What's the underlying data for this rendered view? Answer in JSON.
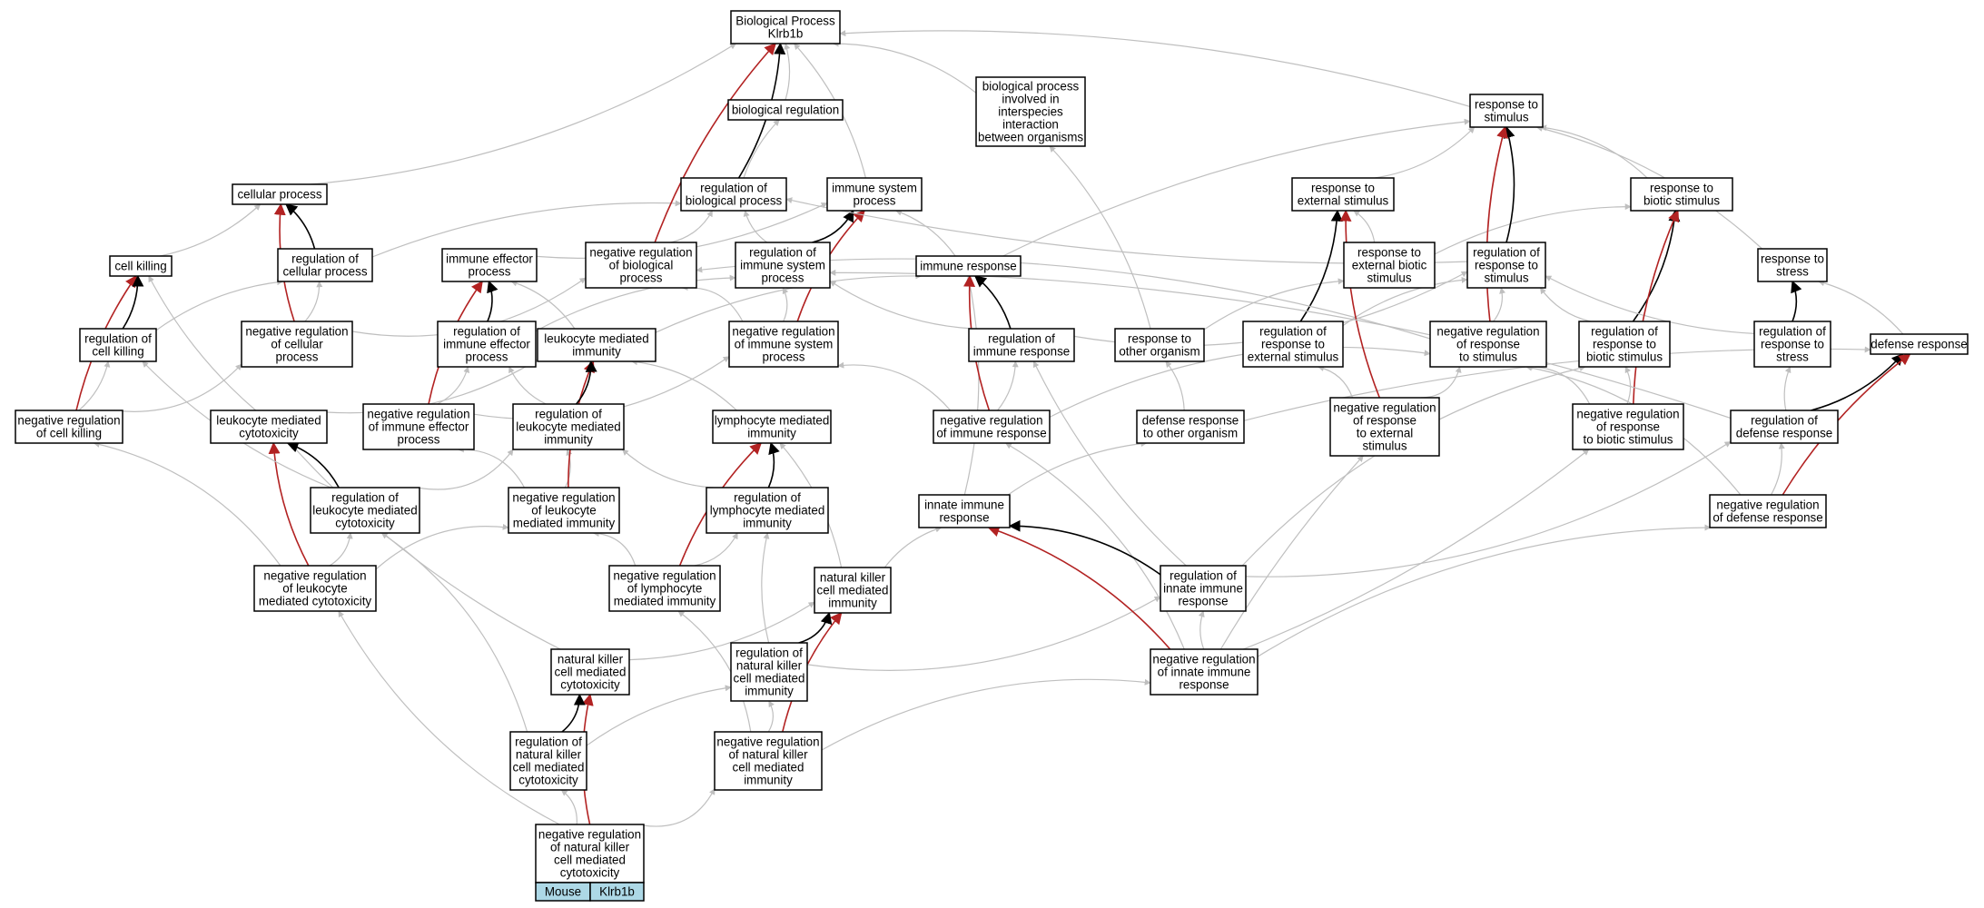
{
  "colors": {
    "is_a": "#bfbfbf",
    "part_of": "#000000",
    "negatively_regulates": "#b22222",
    "legend_fill": "#add8e6",
    "node_fill": "#ffffff"
  },
  "legend": {
    "organism": "Mouse",
    "gene": "Klrb1b"
  },
  "nodes": [
    {
      "id": "bp",
      "lines": [
        "Biological Process",
        "Klrb1b"
      ]
    },
    {
      "id": "biolreg",
      "lines": [
        "biological regulation"
      ]
    },
    {
      "id": "interspecies",
      "lines": [
        "biological process",
        "involved in",
        "interspecies",
        "interaction",
        "between organisms"
      ]
    },
    {
      "id": "stimulus",
      "lines": [
        "response to",
        "stimulus"
      ]
    },
    {
      "id": "cellproc",
      "lines": [
        "cellular process"
      ]
    },
    {
      "id": "regbio",
      "lines": [
        "regulation of",
        "biological process"
      ]
    },
    {
      "id": "immsys",
      "lines": [
        "immune system",
        "process"
      ]
    },
    {
      "id": "extstim",
      "lines": [
        "response to",
        "external stimulus"
      ]
    },
    {
      "id": "biotic",
      "lines": [
        "response to",
        "biotic stimulus"
      ]
    },
    {
      "id": "cellkill",
      "lines": [
        "cell killing"
      ]
    },
    {
      "id": "regcell",
      "lines": [
        "regulation of",
        "cellular process"
      ]
    },
    {
      "id": "immeff",
      "lines": [
        "immune effector",
        "process"
      ]
    },
    {
      "id": "negbio",
      "lines": [
        "negative regulation",
        "of biological",
        "process"
      ]
    },
    {
      "id": "regimmsys",
      "lines": [
        "regulation of",
        "immune system",
        "process"
      ]
    },
    {
      "id": "immresp",
      "lines": [
        "immune response"
      ]
    },
    {
      "id": "extbiotic",
      "lines": [
        "response to",
        "external biotic",
        "stimulus"
      ]
    },
    {
      "id": "regstim",
      "lines": [
        "regulation of",
        "response to",
        "stimulus"
      ]
    },
    {
      "id": "stress",
      "lines": [
        "response to",
        "stress"
      ]
    },
    {
      "id": "regkill",
      "lines": [
        "regulation of",
        "cell killing"
      ]
    },
    {
      "id": "negcell",
      "lines": [
        "negative regulation",
        "of cellular",
        "process"
      ]
    },
    {
      "id": "regimmeff",
      "lines": [
        "regulation of",
        "immune effector",
        "process"
      ]
    },
    {
      "id": "leukimm",
      "lines": [
        "leukocyte mediated",
        "immunity"
      ]
    },
    {
      "id": "negimmsys",
      "lines": [
        "negative regulation",
        "of immune system",
        "process"
      ]
    },
    {
      "id": "regimmresp",
      "lines": [
        "regulation of",
        "immune response"
      ]
    },
    {
      "id": "otherorg",
      "lines": [
        "response to",
        "other organism"
      ]
    },
    {
      "id": "regext",
      "lines": [
        "regulation of",
        "response to",
        "external stimulus"
      ]
    },
    {
      "id": "negstim",
      "lines": [
        "negative regulation",
        "of response",
        "to stimulus"
      ]
    },
    {
      "id": "regbiotic",
      "lines": [
        "regulation of",
        "response to",
        "biotic stimulus"
      ]
    },
    {
      "id": "regstress",
      "lines": [
        "regulation of",
        "response to",
        "stress"
      ]
    },
    {
      "id": "defresp",
      "lines": [
        "defense response"
      ]
    },
    {
      "id": "negkill",
      "lines": [
        "negative regulation",
        "of cell killing"
      ]
    },
    {
      "id": "leukcyto",
      "lines": [
        "leukocyte mediated",
        "cytotoxicity"
      ]
    },
    {
      "id": "negimmeff",
      "lines": [
        "negative regulation",
        "of immune effector",
        "process"
      ]
    },
    {
      "id": "regleukimm",
      "lines": [
        "regulation of",
        "leukocyte mediated",
        "immunity"
      ]
    },
    {
      "id": "lymphimm",
      "lines": [
        "lymphocyte mediated",
        "immunity"
      ]
    },
    {
      "id": "negimmresp",
      "lines": [
        "negative regulation",
        "of immune response"
      ]
    },
    {
      "id": "deforg",
      "lines": [
        "defense response",
        "to other organism"
      ]
    },
    {
      "id": "negext",
      "lines": [
        "negative regulation",
        "of response",
        "to external",
        "stimulus"
      ]
    },
    {
      "id": "negbiotic",
      "lines": [
        "negative regulation",
        "of response",
        "to biotic stimulus"
      ]
    },
    {
      "id": "regdef",
      "lines": [
        "regulation of",
        "defense response"
      ]
    },
    {
      "id": "regleukcyto",
      "lines": [
        "regulation of",
        "leukocyte mediated",
        "cytotoxicity"
      ]
    },
    {
      "id": "negleukimm",
      "lines": [
        "negative regulation",
        "of leukocyte",
        "mediated immunity"
      ]
    },
    {
      "id": "reglymph",
      "lines": [
        "regulation of",
        "lymphocyte mediated",
        "immunity"
      ]
    },
    {
      "id": "innate",
      "lines": [
        "innate immune",
        "response"
      ]
    },
    {
      "id": "negdef",
      "lines": [
        "negative regulation",
        "of defense response"
      ]
    },
    {
      "id": "negleukcyto",
      "lines": [
        "negative regulation",
        "of leukocyte",
        "mediated cytotoxicity"
      ]
    },
    {
      "id": "neglymph",
      "lines": [
        "negative regulation",
        "of lymphocyte",
        "mediated immunity"
      ]
    },
    {
      "id": "nkimm",
      "lines": [
        "natural killer",
        "cell mediated",
        "immunity"
      ]
    },
    {
      "id": "reginnate",
      "lines": [
        "regulation of",
        "innate immune",
        "response"
      ]
    },
    {
      "id": "nkcyto",
      "lines": [
        "natural killer",
        "cell mediated",
        "cytotoxicity"
      ]
    },
    {
      "id": "regnkimm",
      "lines": [
        "regulation of",
        "natural killer",
        "cell mediated",
        "immunity"
      ]
    },
    {
      "id": "neginnate",
      "lines": [
        "negative regulation",
        "of innate immune",
        "response"
      ]
    },
    {
      "id": "regnkcyto",
      "lines": [
        "regulation of",
        "natural killer",
        "cell mediated",
        "cytotoxicity"
      ]
    },
    {
      "id": "negnkimm",
      "lines": [
        "negative regulation",
        "of natural killer",
        "cell mediated",
        "immunity"
      ]
    },
    {
      "id": "root",
      "lines": [
        "negative regulation",
        "of natural killer",
        "cell mediated",
        "cytotoxicity"
      ]
    }
  ],
  "edges": [
    {
      "from": "root",
      "to": "regnkcyto",
      "type": "is_a"
    },
    {
      "from": "root",
      "to": "nkcyto",
      "type": "negatively_regulates"
    },
    {
      "from": "root",
      "to": "negnkimm",
      "type": "is_a"
    },
    {
      "from": "root",
      "to": "negleukcyto",
      "type": "is_a"
    },
    {
      "from": "regnkcyto",
      "to": "nkcyto",
      "type": "part_of"
    },
    {
      "from": "regnkcyto",
      "to": "regnkimm",
      "type": "is_a"
    },
    {
      "from": "regnkcyto",
      "to": "regleukcyto",
      "type": "is_a"
    },
    {
      "from": "negnkimm",
      "to": "regnkimm",
      "type": "is_a"
    },
    {
      "from": "negnkimm",
      "to": "nkimm",
      "type": "negatively_regulates"
    },
    {
      "from": "negnkimm",
      "to": "neglymph",
      "type": "is_a"
    },
    {
      "from": "negnkimm",
      "to": "neginnate",
      "type": "is_a"
    },
    {
      "from": "nkcyto",
      "to": "nkimm",
      "type": "is_a"
    },
    {
      "from": "nkcyto",
      "to": "leukcyto",
      "type": "is_a"
    },
    {
      "from": "regnkimm",
      "to": "nkimm",
      "type": "part_of"
    },
    {
      "from": "regnkimm",
      "to": "reglymph",
      "type": "is_a"
    },
    {
      "from": "regnkimm",
      "to": "reginnate",
      "type": "is_a"
    },
    {
      "from": "nkimm",
      "to": "lymphimm",
      "type": "is_a"
    },
    {
      "from": "nkimm",
      "to": "innate",
      "type": "is_a"
    },
    {
      "from": "neginnate",
      "to": "innate",
      "type": "negatively_regulates"
    },
    {
      "from": "neginnate",
      "to": "reginnate",
      "type": "is_a"
    },
    {
      "from": "neginnate",
      "to": "negimmresp",
      "type": "is_a"
    },
    {
      "from": "neginnate",
      "to": "negdef",
      "type": "is_a"
    },
    {
      "from": "neginnate",
      "to": "negbiotic",
      "type": "is_a"
    },
    {
      "from": "neginnate",
      "to": "negext",
      "type": "is_a"
    },
    {
      "from": "reginnate",
      "to": "innate",
      "type": "part_of"
    },
    {
      "from": "reginnate",
      "to": "regimmresp",
      "type": "is_a"
    },
    {
      "from": "reginnate",
      "to": "regdef",
      "type": "is_a"
    },
    {
      "from": "reginnate",
      "to": "regbiotic",
      "type": "is_a"
    },
    {
      "from": "innate",
      "to": "immresp",
      "type": "is_a"
    },
    {
      "from": "innate",
      "to": "deforg",
      "type": "is_a"
    },
    {
      "from": "negleukcyto",
      "to": "regleukcyto",
      "type": "is_a"
    },
    {
      "from": "negleukcyto",
      "to": "leukcyto",
      "type": "negatively_regulates"
    },
    {
      "from": "negleukcyto",
      "to": "negkill",
      "type": "is_a"
    },
    {
      "from": "negleukcyto",
      "to": "negleukimm",
      "type": "is_a"
    },
    {
      "from": "neglymph",
      "to": "reglymph",
      "type": "is_a"
    },
    {
      "from": "neglymph",
      "to": "lymphimm",
      "type": "negatively_regulates"
    },
    {
      "from": "neglymph",
      "to": "negleukimm",
      "type": "is_a"
    },
    {
      "from": "regleukcyto",
      "to": "leukcyto",
      "type": "part_of"
    },
    {
      "from": "regleukcyto",
      "to": "regkill",
      "type": "is_a"
    },
    {
      "from": "regleukcyto",
      "to": "regleukimm",
      "type": "is_a"
    },
    {
      "from": "negleukimm",
      "to": "regleukimm",
      "type": "is_a"
    },
    {
      "from": "negleukimm",
      "to": "leukimm",
      "type": "negatively_regulates"
    },
    {
      "from": "negleukimm",
      "to": "negimmeff",
      "type": "is_a"
    },
    {
      "from": "reglymph",
      "to": "lymphimm",
      "type": "part_of"
    },
    {
      "from": "reglymph",
      "to": "regleukimm",
      "type": "is_a"
    },
    {
      "from": "lymphimm",
      "to": "leukimm",
      "type": "is_a"
    },
    {
      "from": "leukcyto",
      "to": "leukimm",
      "type": "is_a"
    },
    {
      "from": "leukcyto",
      "to": "cellkill",
      "type": "is_a"
    },
    {
      "from": "negkill",
      "to": "regkill",
      "type": "is_a"
    },
    {
      "from": "negkill",
      "to": "cellkill",
      "type": "negatively_regulates"
    },
    {
      "from": "negkill",
      "to": "negcell",
      "type": "is_a"
    },
    {
      "from": "regkill",
      "to": "cellkill",
      "type": "part_of"
    },
    {
      "from": "regkill",
      "to": "regcell",
      "type": "is_a"
    },
    {
      "from": "regleukimm",
      "to": "leukimm",
      "type": "part_of"
    },
    {
      "from": "regleukimm",
      "to": "regimmeff",
      "type": "is_a"
    },
    {
      "from": "negimmeff",
      "to": "regimmeff",
      "type": "is_a"
    },
    {
      "from": "negimmeff",
      "to": "immeff",
      "type": "negatively_regulates"
    },
    {
      "from": "negimmeff",
      "to": "negimmsys",
      "type": "is_a"
    },
    {
      "from": "regimmeff",
      "to": "immeff",
      "type": "part_of"
    },
    {
      "from": "regimmeff",
      "to": "regimmsys",
      "type": "is_a"
    },
    {
      "from": "leukimm",
      "to": "immeff",
      "type": "is_a"
    },
    {
      "from": "leukimm",
      "to": "immresp",
      "type": "is_a"
    },
    {
      "from": "negimmresp",
      "to": "regimmresp",
      "type": "is_a"
    },
    {
      "from": "negimmresp",
      "to": "immresp",
      "type": "negatively_regulates"
    },
    {
      "from": "negimmresp",
      "to": "negimmsys",
      "type": "is_a"
    },
    {
      "from": "negimmresp",
      "to": "negstim",
      "type": "is_a"
    },
    {
      "from": "regimmresp",
      "to": "immresp",
      "type": "part_of"
    },
    {
      "from": "regimmresp",
      "to": "regimmsys",
      "type": "is_a"
    },
    {
      "from": "regimmresp",
      "to": "regstim",
      "type": "is_a"
    },
    {
      "from": "immresp",
      "to": "immsys",
      "type": "is_a"
    },
    {
      "from": "immresp",
      "to": "stimulus",
      "type": "is_a"
    },
    {
      "from": "immeff",
      "to": "immsys",
      "type": "is_a"
    },
    {
      "from": "negimmsys",
      "to": "regimmsys",
      "type": "is_a"
    },
    {
      "from": "negimmsys",
      "to": "immsys",
      "type": "negatively_regulates"
    },
    {
      "from": "negimmsys",
      "to": "negbio",
      "type": "is_a"
    },
    {
      "from": "regimmsys",
      "to": "immsys",
      "type": "part_of"
    },
    {
      "from": "regimmsys",
      "to": "regbio",
      "type": "is_a"
    },
    {
      "from": "negcell",
      "to": "regcell",
      "type": "is_a"
    },
    {
      "from": "negcell",
      "to": "cellproc",
      "type": "negatively_regulates"
    },
    {
      "from": "negcell",
      "to": "negbio",
      "type": "is_a"
    },
    {
      "from": "regcell",
      "to": "cellproc",
      "type": "part_of"
    },
    {
      "from": "regcell",
      "to": "regbio",
      "type": "is_a"
    },
    {
      "from": "cellkill",
      "to": "cellproc",
      "type": "is_a"
    },
    {
      "from": "negbio",
      "to": "regbio",
      "type": "is_a"
    },
    {
      "from": "negbio",
      "to": "bp",
      "type": "negatively_regulates"
    },
    {
      "from": "regbio",
      "to": "bp",
      "type": "part_of"
    },
    {
      "from": "regbio",
      "to": "biolreg",
      "type": "is_a"
    },
    {
      "from": "biolreg",
      "to": "bp",
      "type": "is_a"
    },
    {
      "from": "immsys",
      "to": "bp",
      "type": "is_a"
    },
    {
      "from": "cellproc",
      "to": "bp",
      "type": "is_a"
    },
    {
      "from": "interspecies",
      "to": "bp",
      "type": "is_a"
    },
    {
      "from": "stimulus",
      "to": "bp",
      "type": "is_a"
    },
    {
      "from": "deforg",
      "to": "otherorg",
      "type": "is_a"
    },
    {
      "from": "deforg",
      "to": "defresp",
      "type": "is_a"
    },
    {
      "from": "otherorg",
      "to": "interspecies",
      "type": "is_a"
    },
    {
      "from": "otherorg",
      "to": "extbiotic",
      "type": "is_a"
    },
    {
      "from": "extbiotic",
      "to": "extstim",
      "type": "is_a"
    },
    {
      "from": "extbiotic",
      "to": "biotic",
      "type": "is_a"
    },
    {
      "from": "extstim",
      "to": "stimulus",
      "type": "is_a"
    },
    {
      "from": "biotic",
      "to": "stimulus",
      "type": "is_a"
    },
    {
      "from": "stress",
      "to": "stimulus",
      "type": "is_a"
    },
    {
      "from": "defresp",
      "to": "stress",
      "type": "is_a"
    },
    {
      "from": "regstim",
      "to": "stimulus",
      "type": "part_of"
    },
    {
      "from": "regstim",
      "to": "regbio",
      "type": "is_a"
    },
    {
      "from": "regext",
      "to": "extstim",
      "type": "part_of"
    },
    {
      "from": "regext",
      "to": "regstim",
      "type": "is_a"
    },
    {
      "from": "regbiotic",
      "to": "biotic",
      "type": "part_of"
    },
    {
      "from": "regbiotic",
      "to": "regstim",
      "type": "is_a"
    },
    {
      "from": "regstress",
      "to": "stress",
      "type": "part_of"
    },
    {
      "from": "regstress",
      "to": "regstim",
      "type": "is_a"
    },
    {
      "from": "negstim",
      "to": "regstim",
      "type": "is_a"
    },
    {
      "from": "negstim",
      "to": "stimulus",
      "type": "negatively_regulates"
    },
    {
      "from": "negstim",
      "to": "negbio",
      "type": "is_a"
    },
    {
      "from": "negext",
      "to": "regext",
      "type": "is_a"
    },
    {
      "from": "negext",
      "to": "extstim",
      "type": "negatively_regulates"
    },
    {
      "from": "negext",
      "to": "negstim",
      "type": "is_a"
    },
    {
      "from": "negbiotic",
      "to": "regbiotic",
      "type": "is_a"
    },
    {
      "from": "negbiotic",
      "to": "biotic",
      "type": "negatively_regulates"
    },
    {
      "from": "negbiotic",
      "to": "negstim",
      "type": "is_a"
    },
    {
      "from": "regdef",
      "to": "defresp",
      "type": "part_of"
    },
    {
      "from": "regdef",
      "to": "regstress",
      "type": "is_a"
    },
    {
      "from": "regdef",
      "to": "regimmsys",
      "type": "is_a"
    },
    {
      "from": "negdef",
      "to": "regdef",
      "type": "is_a"
    },
    {
      "from": "negdef",
      "to": "defresp",
      "type": "negatively_regulates"
    },
    {
      "from": "negdef",
      "to": "negstim",
      "type": "is_a"
    }
  ]
}
